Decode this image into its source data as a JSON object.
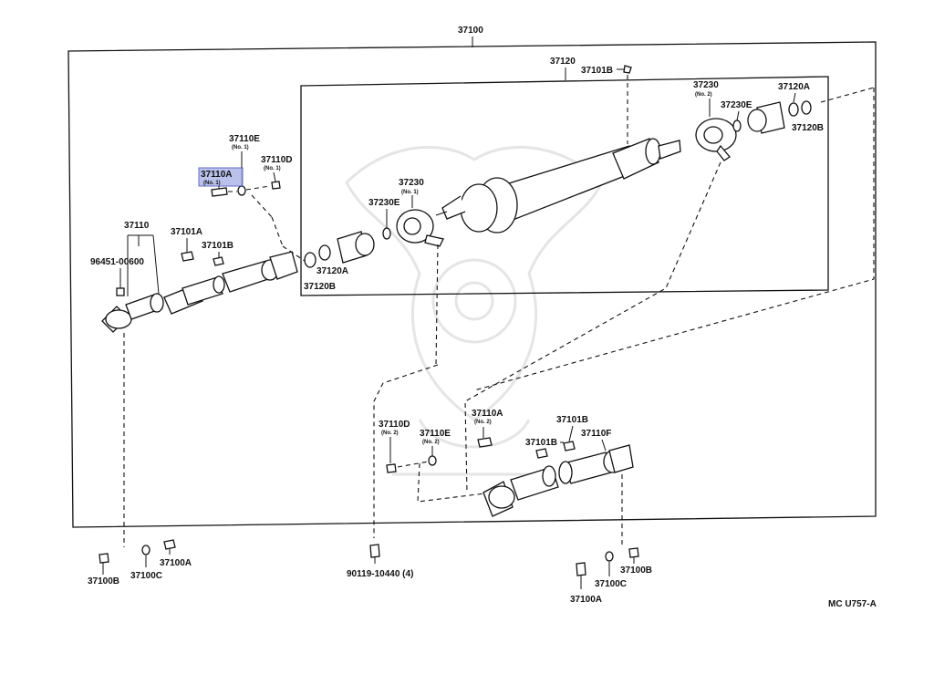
{
  "labels": {
    "main_assembly": "37100",
    "center_assembly": "37120",
    "p37101B_top": "37101B",
    "p37230_right": "37230",
    "p37230_right_sub": "(No. 2)",
    "p37230E_right": "37230E",
    "p37120A_right": "37120A",
    "p37120B_right": "37120B",
    "p37110E_left": "37110E",
    "p37110E_left_sub": "(No. 1)",
    "p37110D_left": "37110D",
    "p37110D_left_sub": "(No. 1)",
    "p37110A_left": "37110A",
    "p37110A_left_sub": "(No. 1)",
    "p37110": "37110",
    "p37101A_left": "37101A",
    "p37101B_left": "37101B",
    "p96451": "96451-00600",
    "p37230_center": "37230",
    "p37230_center_sub": "(No. 1)",
    "p37230E_center": "37230E",
    "p37120A_center": "37120A",
    "p37120B_center": "37120B",
    "p37110D_lower": "37110D",
    "p37110D_lower_sub": "(No. 2)",
    "p37110E_lower": "37110E",
    "p37110E_lower_sub": "(No. 2)",
    "p37110A_lower": "37110A",
    "p37110A_lower_sub": "(No. 2)",
    "p37101B_lower1": "37101B",
    "p37101B_lower2": "37101B",
    "p37110F": "37110F",
    "p37100B_left": "37100B",
    "p37100C_left": "37100C",
    "p37100A_left": "37100A",
    "p90119": "90119-10440 (4)",
    "p37100B_right": "37100B",
    "p37100C_right": "37100C",
    "p37100A_right": "37100A"
  },
  "reference_code": "MC U757-A",
  "highlighted_part": "37110A",
  "colors": {
    "line": "#111111",
    "highlight_fill": "#aab4e8",
    "highlight_stroke": "#3b4bb8",
    "watermark": "#d0d0d0"
  }
}
